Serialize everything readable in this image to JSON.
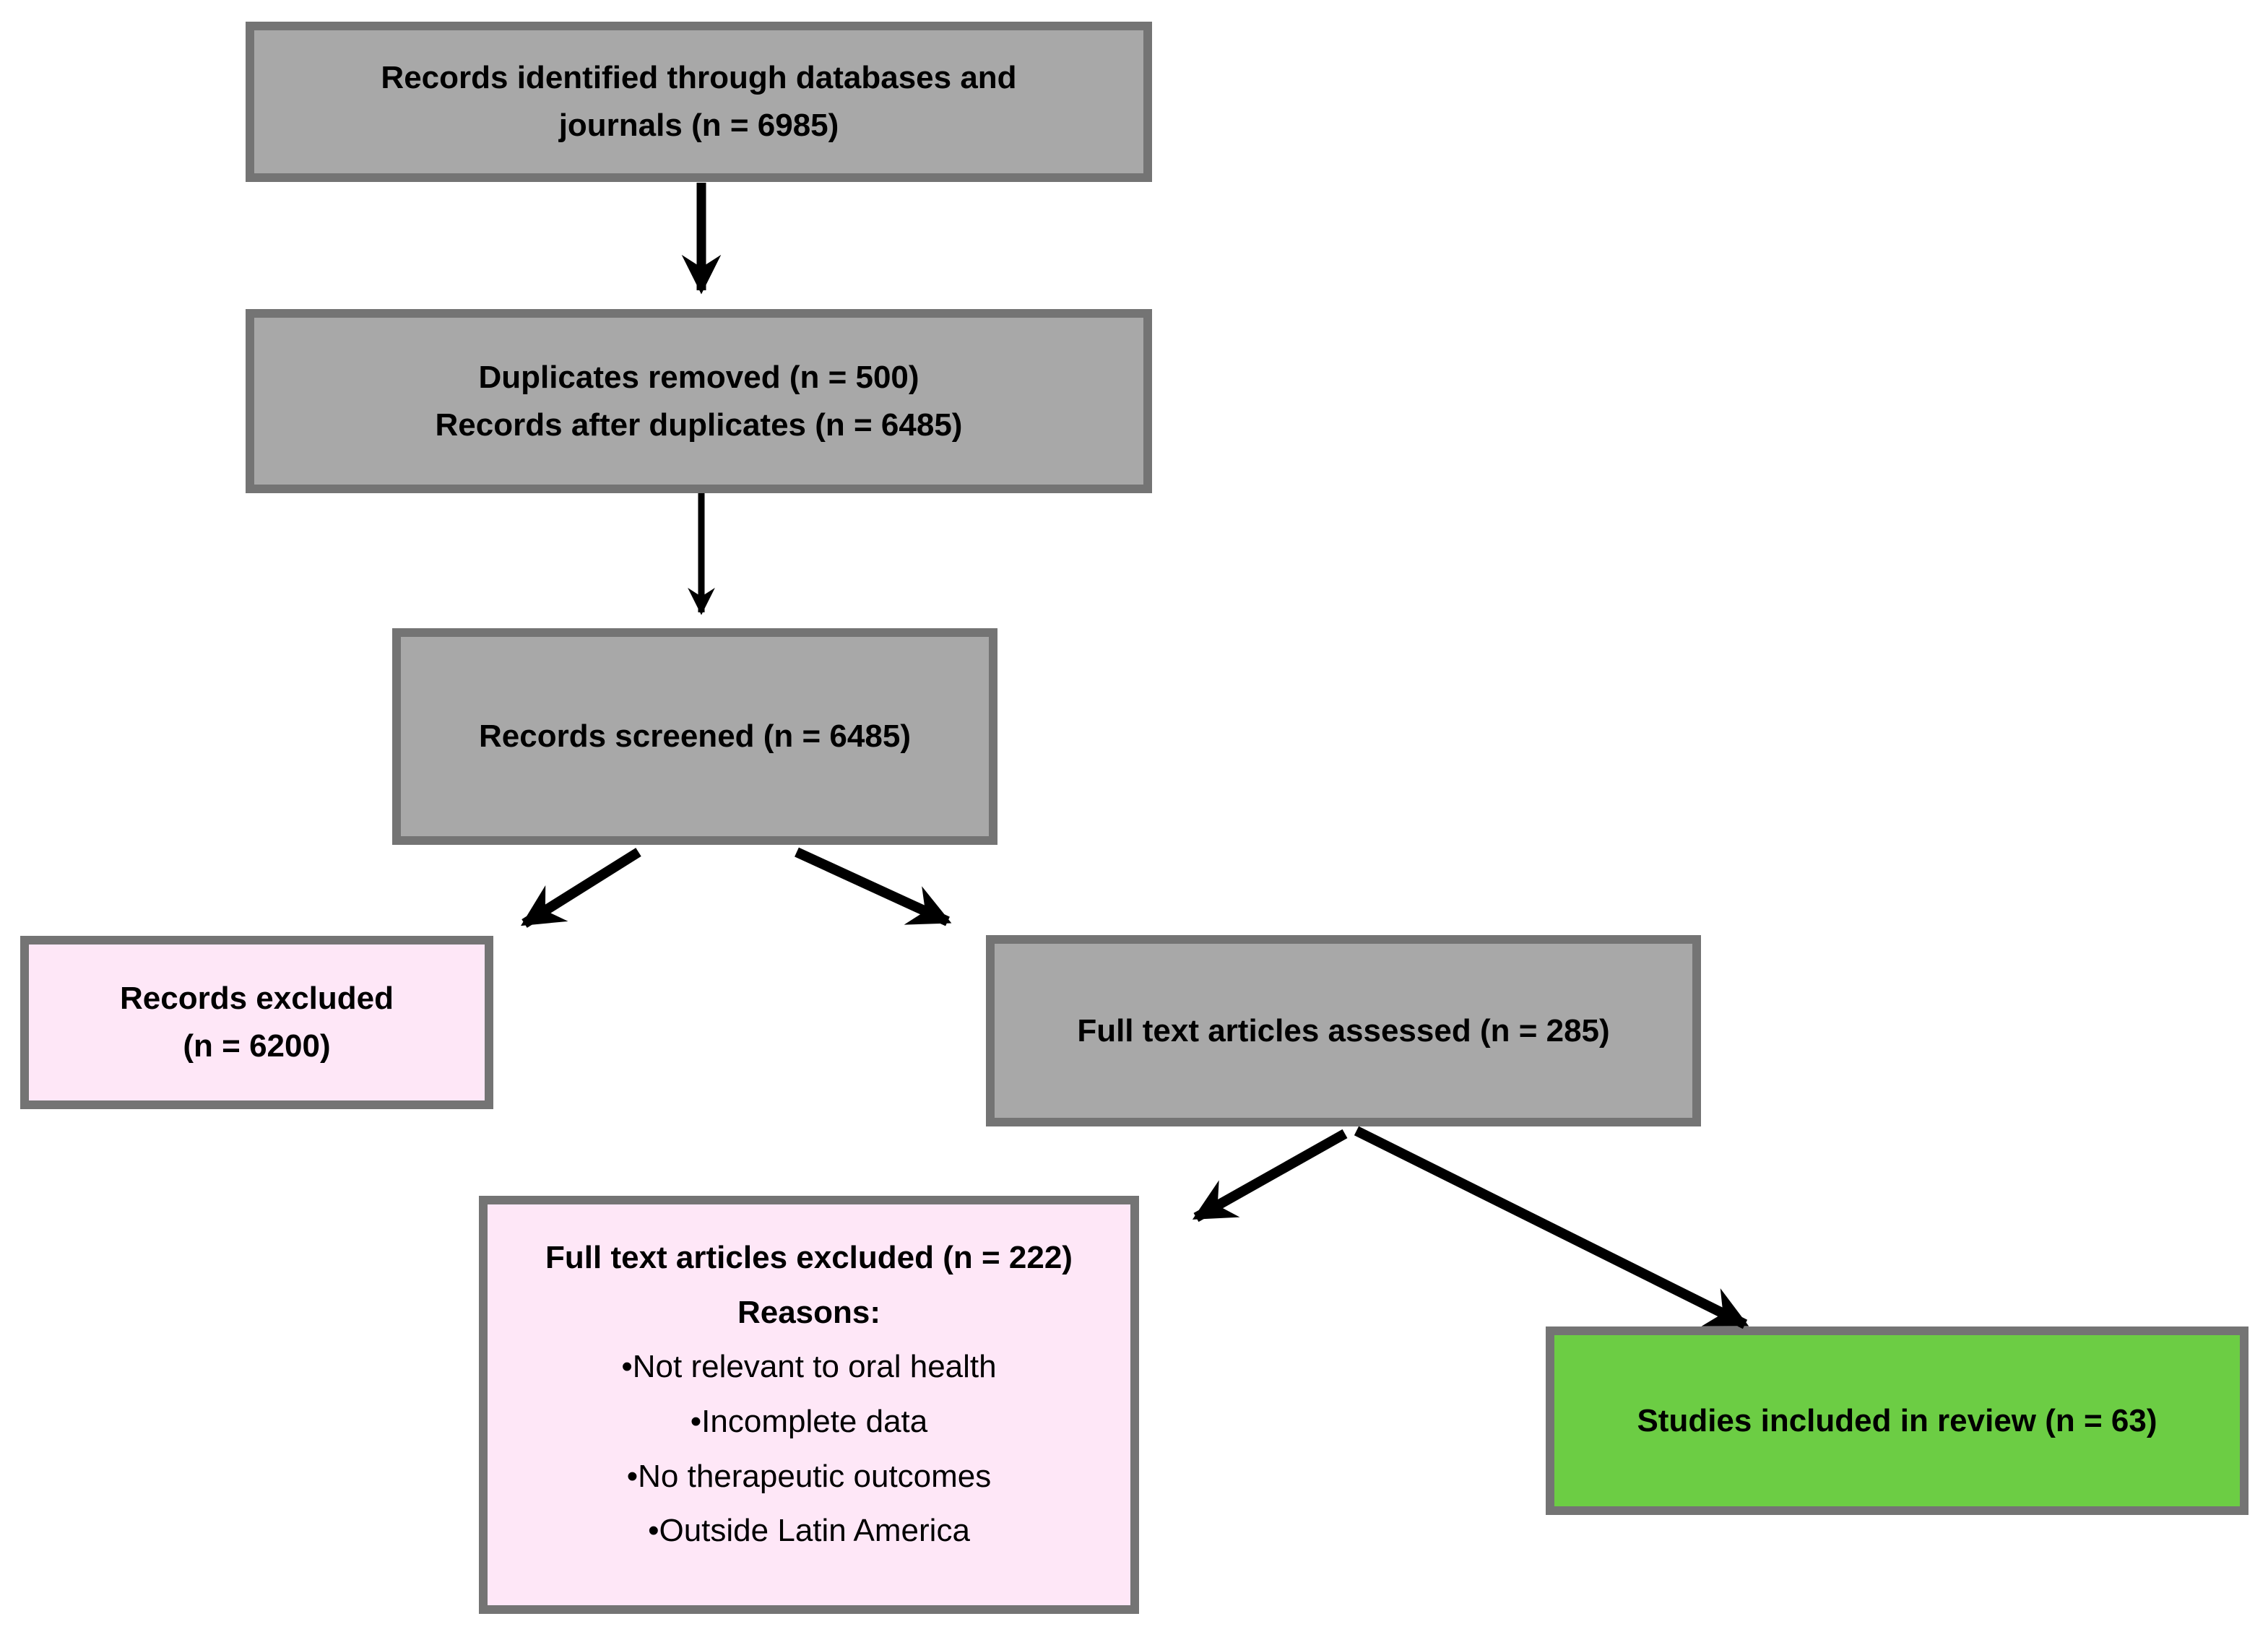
{
  "colors": {
    "background": "#FFFFFF",
    "gray_fill": "#A8A8A8",
    "pink_fill": "#FEE7F7",
    "green_fill": "#6CCD44",
    "box_border": "#747474",
    "arrow": "#000000",
    "text": "#000000"
  },
  "boxes": {
    "identified": {
      "lines": [
        "Records identified through databases and",
        "journals (n = 6985)"
      ]
    },
    "duplicates": {
      "lines": [
        "Duplicates removed (n = 500)",
        "Records after duplicates (n = 6485)"
      ]
    },
    "screened": {
      "lines": [
        "Records screened (n = 6485)"
      ]
    },
    "records_excluded": {
      "lines": [
        "Records excluded",
        "(n = 6200)"
      ]
    },
    "assessed": {
      "lines": [
        "Full text articles assessed (n = 285)"
      ]
    },
    "fulltext_excluded": {
      "title": "Full text articles excluded (n = 222)",
      "subtitle": "Reasons:",
      "bullets": [
        "•Not relevant to oral health",
        "•Incomplete data",
        "•No therapeutic outcomes",
        "•Outside Latin America"
      ]
    },
    "included": {
      "lines": [
        "Studies included in review (n = 63)"
      ]
    }
  }
}
